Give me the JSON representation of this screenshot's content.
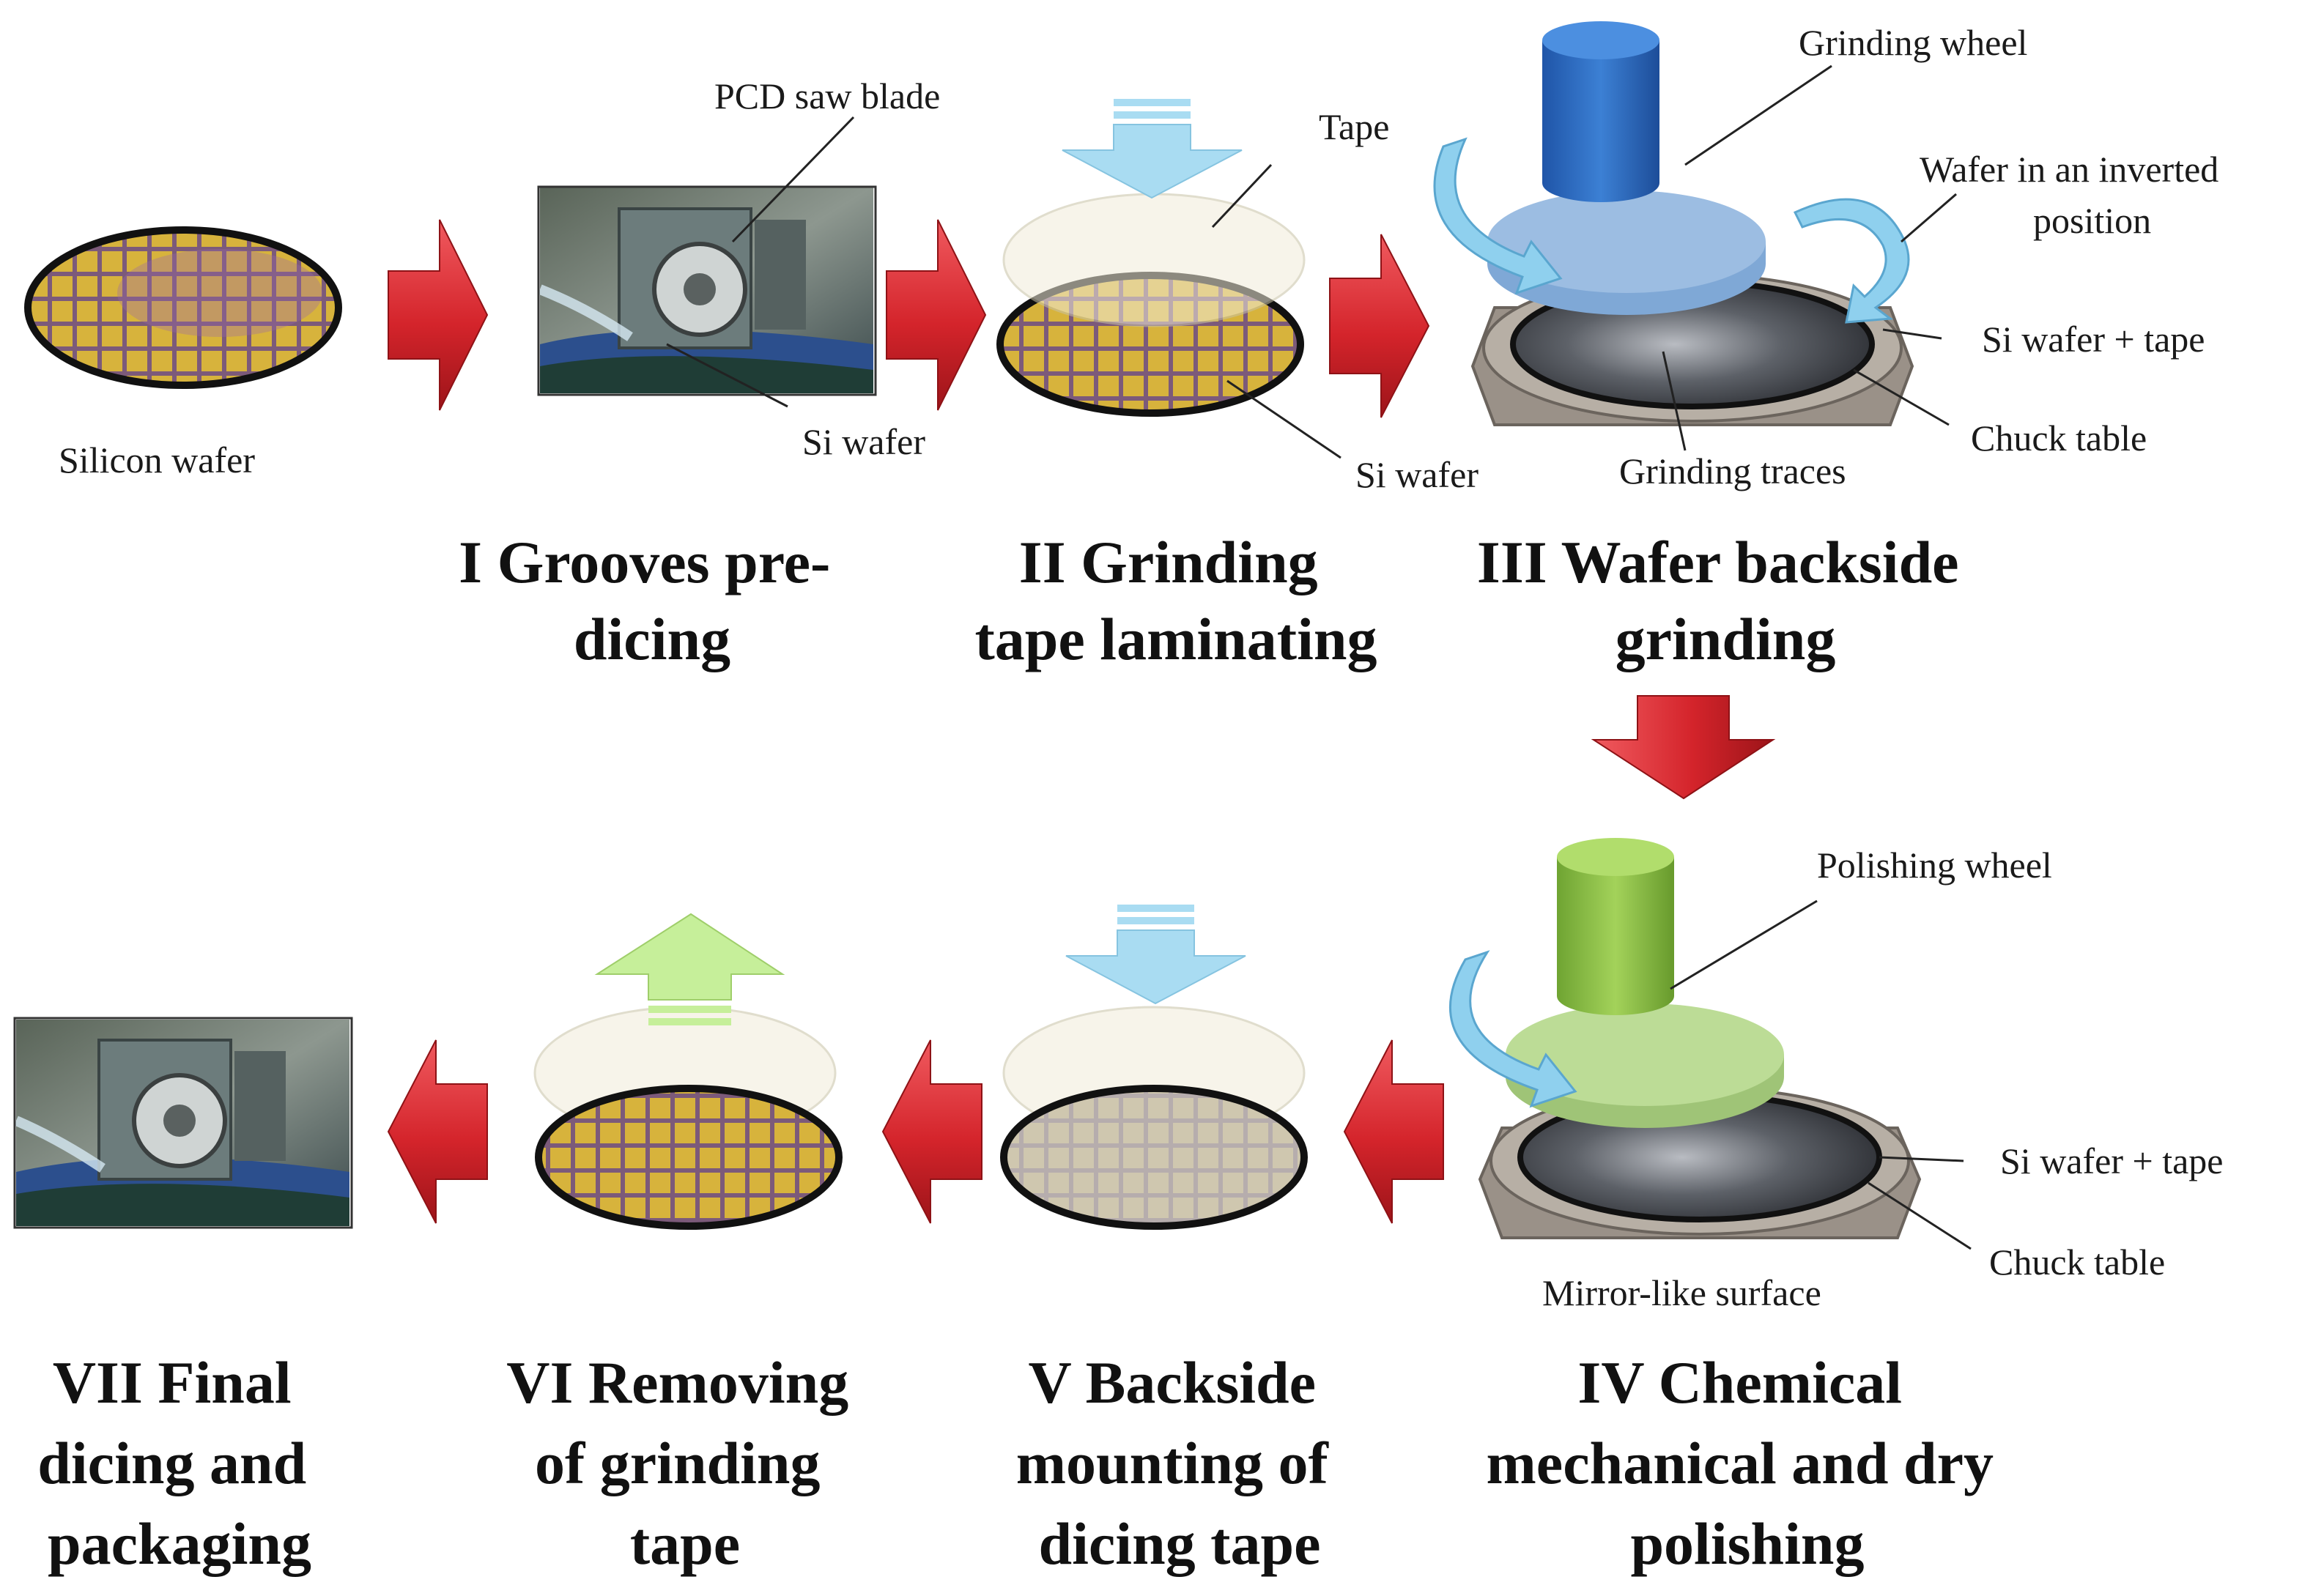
{
  "colors": {
    "flow_arrow": "#d4242b",
    "press_arrow": "#a9dcf2",
    "lift_arrow": "#c6ef9a",
    "grinding_wheel": "#2b6cc4",
    "polishing_wheel": "#8dc043",
    "wafer_dies": "#d7b33c",
    "chuck_metal": "#9a9188"
  },
  "labels": {
    "silicon_wafer": "Silicon wafer",
    "pcd_saw_blade": "PCD saw blade",
    "si_wafer_1": "Si wafer",
    "tape": "Tape",
    "si_wafer_2": "Si wafer",
    "grinding_wheel": "Grinding wheel",
    "wafer_inverted_1": "Wafer in an inverted",
    "wafer_inverted_2": "position",
    "si_wafer_tape_1": "Si wafer + tape",
    "chuck_table_1": "Chuck table",
    "grinding_traces": "Grinding traces",
    "polishing_wheel": "Polishing wheel",
    "si_wafer_tape_2": "Si wafer + tape",
    "chuck_table_2": "Chuck table",
    "mirror_surface": "Mirror-like surface"
  },
  "steps": [
    {
      "id": "I",
      "lines": [
        "I Grooves pre-",
        "dicing"
      ]
    },
    {
      "id": "II",
      "lines": [
        "II Grinding",
        "tape laminating"
      ]
    },
    {
      "id": "III",
      "lines": [
        "III Wafer backside",
        "grinding"
      ]
    },
    {
      "id": "IV",
      "lines": [
        "IV Chemical",
        "mechanical and dry",
        "polishing"
      ]
    },
    {
      "id": "V",
      "lines": [
        "V Backside",
        "mounting of",
        "dicing tape"
      ]
    },
    {
      "id": "VI",
      "lines": [
        "VI Removing",
        "of grinding",
        "tape"
      ]
    },
    {
      "id": "VII",
      "lines": [
        "VII Final",
        "dicing and",
        "packaging"
      ]
    }
  ]
}
